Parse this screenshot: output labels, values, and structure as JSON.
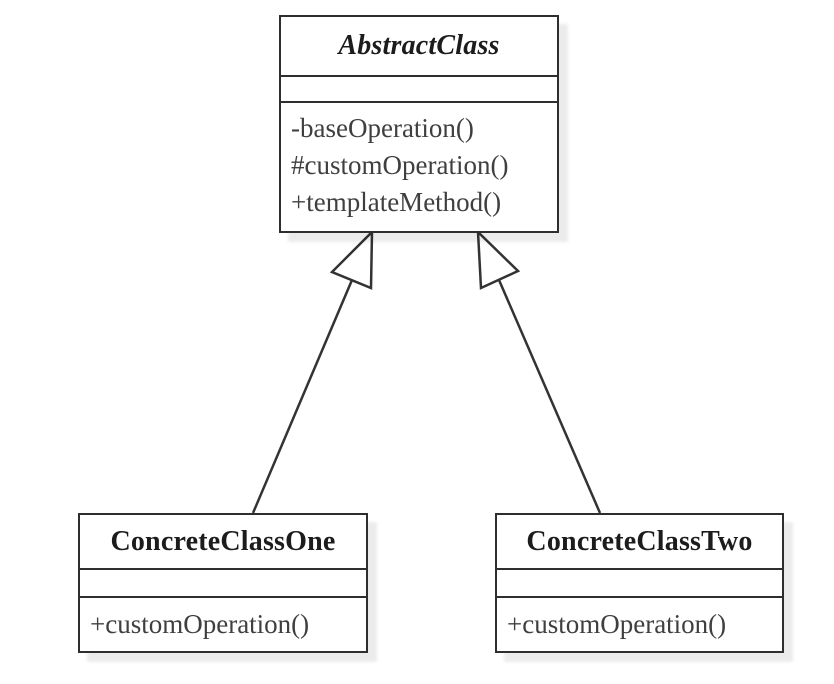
{
  "diagram": {
    "type": "uml-class-diagram",
    "classes": [
      {
        "name": "AbstractClass",
        "abstract": true,
        "attributes": [],
        "methods": [
          "-baseOperation()",
          "#customOperation()",
          "+templateMethod()"
        ]
      },
      {
        "name": "ConcreteClassOne",
        "abstract": false,
        "attributes": [],
        "methods": [
          "+customOperation()"
        ]
      },
      {
        "name": "ConcreteClassTwo",
        "abstract": false,
        "attributes": [],
        "methods": [
          "+customOperation()"
        ]
      }
    ],
    "relationships": [
      {
        "from": "ConcreteClassOne",
        "to": "AbstractClass",
        "type": "generalization"
      },
      {
        "from": "ConcreteClassTwo",
        "to": "AbstractClass",
        "type": "generalization"
      }
    ],
    "colors": {
      "background": "#ffffff",
      "box_fill": "#ffffff",
      "border": "#2e2e2e",
      "title_text": "#1c1c1c",
      "member_text": "#3f3f3f",
      "connector": "#333333",
      "shadow": "rgba(0,0,0,0.08)"
    }
  }
}
